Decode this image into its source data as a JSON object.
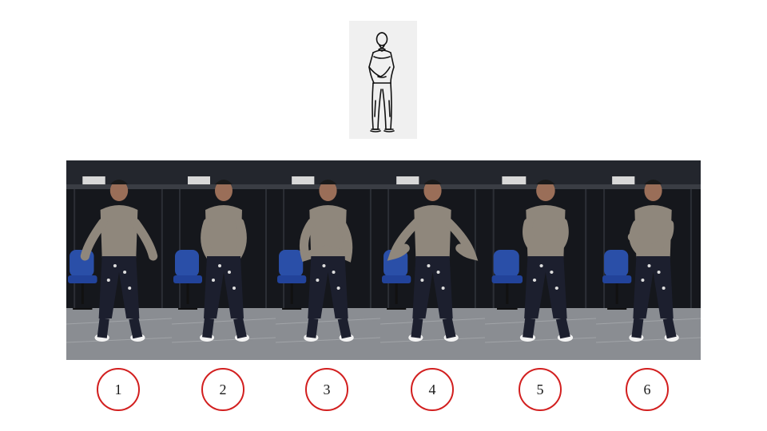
{
  "reference_sketch": {
    "icon": "standing-man-line-drawing"
  },
  "frames": [
    {
      "label": "1",
      "pose": "arms-lowered-hands-at-hips"
    },
    {
      "label": "2",
      "pose": "hands-meeting-in-front"
    },
    {
      "label": "3",
      "pose": "hands-raised-to-waist"
    },
    {
      "label": "4",
      "pose": "arms-spread-at-waist"
    },
    {
      "label": "5",
      "pose": "hands-crossed-at-chest"
    },
    {
      "label": "6",
      "pose": "hands-crossed-turning"
    }
  ],
  "colors": {
    "badge_outline": "#d21f1f",
    "background_dark": "#15171c",
    "floor": "#8a8d92",
    "shirt": "#8f877c",
    "pants": "#1c1f2e",
    "chair": "#2a4fa8"
  }
}
